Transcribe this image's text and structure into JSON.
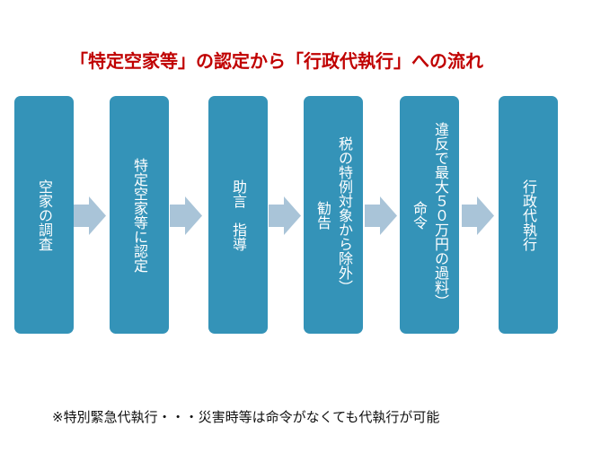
{
  "title": "「特定空家等」の認定から「行政代執行」への流れ",
  "colors": {
    "title": "#C00000",
    "box": "#3493B8",
    "arrow": "#A9C4D8",
    "box_text": "#FFFFFF"
  },
  "steps": [
    {
      "lines": [
        "空家の調査"
      ]
    },
    {
      "lines": [
        "特定空家等に認定"
      ]
    },
    {
      "lines": [
        "助言　指導"
      ]
    },
    {
      "lines": [
        "税の特例対象から除外）",
        "勧告"
      ]
    },
    {
      "lines": [
        "違反で最大５０万円の過料）",
        "命令"
      ]
    },
    {
      "lines": [
        "行政代執行"
      ]
    }
  ],
  "arrow_icon": "right-arrow-icon",
  "note": "※特別緊急代執行・・・災害時等は命令がなくても代執行が可能"
}
